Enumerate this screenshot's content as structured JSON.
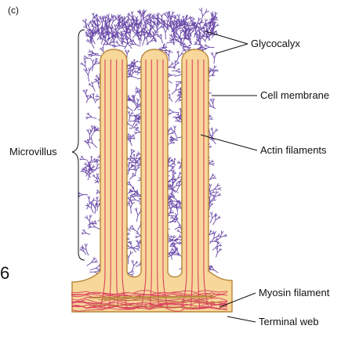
{
  "figure": {
    "panel_label": "(c)",
    "left_label": "Microvillus",
    "stray_glyph": "6",
    "labels": {
      "glycocalyx": "Glycocalyx",
      "cell_membrane": "Cell membrane",
      "actin_filaments": "Actin filaments",
      "myosin_filament": "Myosin filament",
      "terminal_web": "Terminal web"
    }
  },
  "colors": {
    "cytoplasm": "#f7d79a",
    "membrane": "#b8863a",
    "actin": "#d9425f",
    "glycocalyx": "#6a49a8",
    "lines": "#111111"
  }
}
